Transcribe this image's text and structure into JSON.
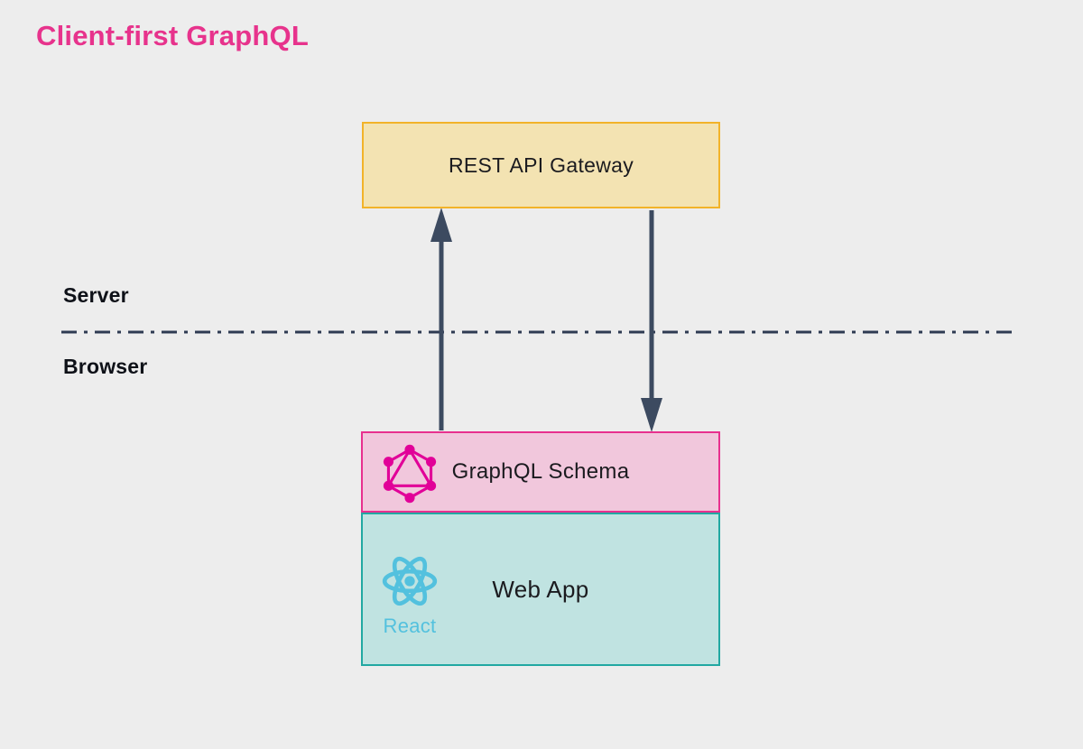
{
  "title": {
    "text": "Client-first GraphQL",
    "color": "#E7338C"
  },
  "zones": {
    "server_label": "Server",
    "browser_label": "Browser",
    "divider_style": "dash-dot",
    "divider_color": "#2E3A52"
  },
  "nodes": {
    "gateway": {
      "label": "REST API Gateway",
      "fill": "#F3E3B2",
      "border": "#F2B32A",
      "zone": "server"
    },
    "schema": {
      "label": "GraphQL Schema",
      "fill": "#F1C7DC",
      "border": "#E8308E",
      "icon": "graphql-logo-icon",
      "icon_color": "#E10098",
      "zone": "browser"
    },
    "webapp": {
      "label": "Web App",
      "caption": "React",
      "fill": "#C0E3E1",
      "border": "#21A8A2",
      "icon": "react-logo-icon",
      "icon_color": "#53C1DE",
      "zone": "browser"
    }
  },
  "connectors": {
    "color": "#3C4A60",
    "up_arrow": "graphql-schema-to-rest-api-gateway",
    "down_arrow": "rest-api-gateway-to-graphql-schema"
  }
}
